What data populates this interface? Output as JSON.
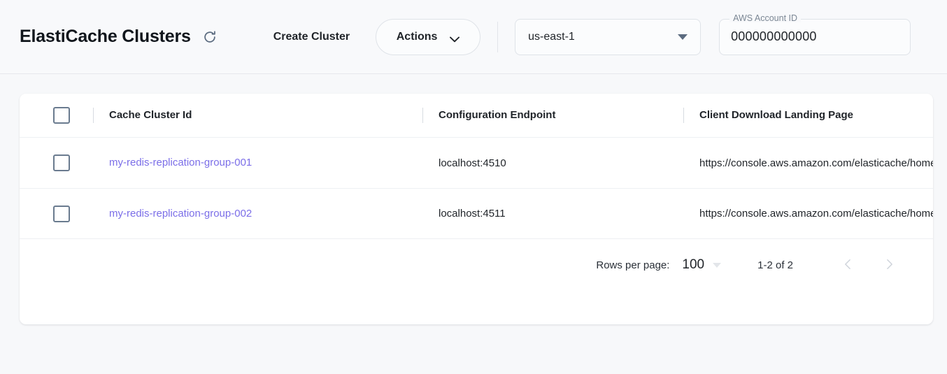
{
  "header": {
    "title": "ElastiCache Clusters",
    "refresh_icon": "refresh-icon",
    "create_cluster_label": "Create Cluster",
    "actions_label": "Actions",
    "actions_icon": "chevron-down-icon",
    "region": {
      "value": "us-east-1",
      "icon": "caret-down-icon"
    },
    "account": {
      "label": "AWS Account ID",
      "value": "000000000000"
    }
  },
  "table": {
    "columns": [
      "Cache Cluster Id",
      "Configuration Endpoint",
      "Client Download Landing Page"
    ],
    "rows": [
      {
        "cluster_id": "my-redis-replication-group-001",
        "endpoint": "localhost:4510",
        "landing_page": "https://console.aws.amazon.com/elasticache/home"
      },
      {
        "cluster_id": "my-redis-replication-group-002",
        "endpoint": "localhost:4511",
        "landing_page": "https://console.aws.amazon.com/elasticache/home"
      }
    ]
  },
  "pagination": {
    "rows_per_page_label": "Rows per page:",
    "rows_per_page_value": "100",
    "range_label": "1-2 of 2",
    "prev_icon": "chevron-left-icon",
    "next_icon": "chevron-right-icon"
  },
  "colors": {
    "link": "#7b6ee8",
    "page_bg": "#f7f8fa",
    "card_bg": "#ffffff",
    "icon_slate": "#5b6b7f"
  }
}
